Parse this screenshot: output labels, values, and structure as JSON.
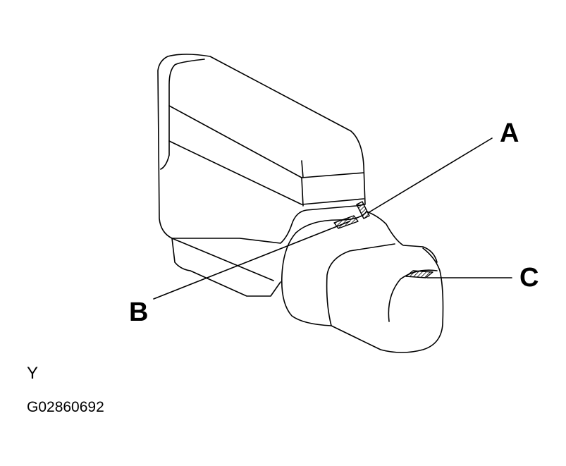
{
  "callouts": {
    "a": "A",
    "b": "B",
    "c": "C"
  },
  "caption": {
    "view_letter": "Y",
    "figure_code": "G02860692"
  },
  "colors": {
    "line": "#000000",
    "background": "#ffffff"
  }
}
